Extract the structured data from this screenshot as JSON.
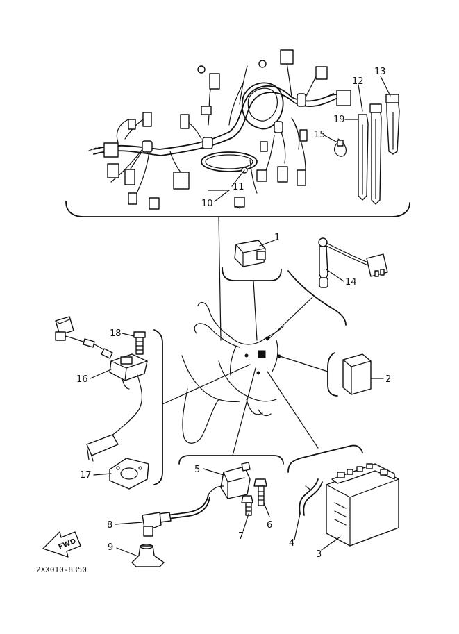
{
  "diagram": {
    "drawing_code": "2XX010-8350",
    "direction_arrow_label": "FWD",
    "callouts": [
      {
        "id": "1",
        "label": "1",
        "part": "relay"
      },
      {
        "id": "2",
        "label": "2",
        "part": "control-unit"
      },
      {
        "id": "3",
        "label": "3",
        "part": "battery"
      },
      {
        "id": "4",
        "label": "4",
        "part": "battery-breather-hose"
      },
      {
        "id": "5",
        "label": "5",
        "part": "ignition-coil"
      },
      {
        "id": "6",
        "label": "6",
        "part": "coil-bolt"
      },
      {
        "id": "7",
        "label": "7",
        "part": "coil-bolt-short"
      },
      {
        "id": "8",
        "label": "8",
        "part": "spark-plug-cap"
      },
      {
        "id": "9",
        "label": "9",
        "part": "plug-cap-cover"
      },
      {
        "id": "10",
        "label": "10",
        "part": "wire-harness"
      },
      {
        "id": "11",
        "label": "11",
        "part": "harness-band"
      },
      {
        "id": "12",
        "label": "12",
        "part": "cable-tie-long"
      },
      {
        "id": "13",
        "label": "13",
        "part": "cable-tie-clip"
      },
      {
        "id": "14",
        "label": "14",
        "part": "sensor-lead"
      },
      {
        "id": "15",
        "label": "15",
        "part": "wire-clamp"
      },
      {
        "id": "16",
        "label": "16",
        "part": "fuel-sender-unit"
      },
      {
        "id": "17",
        "label": "17",
        "part": "sender-gasket"
      },
      {
        "id": "18",
        "label": "18",
        "part": "sender-bolt"
      },
      {
        "id": "19",
        "label": "19",
        "part": "cable-tie"
      }
    ]
  }
}
